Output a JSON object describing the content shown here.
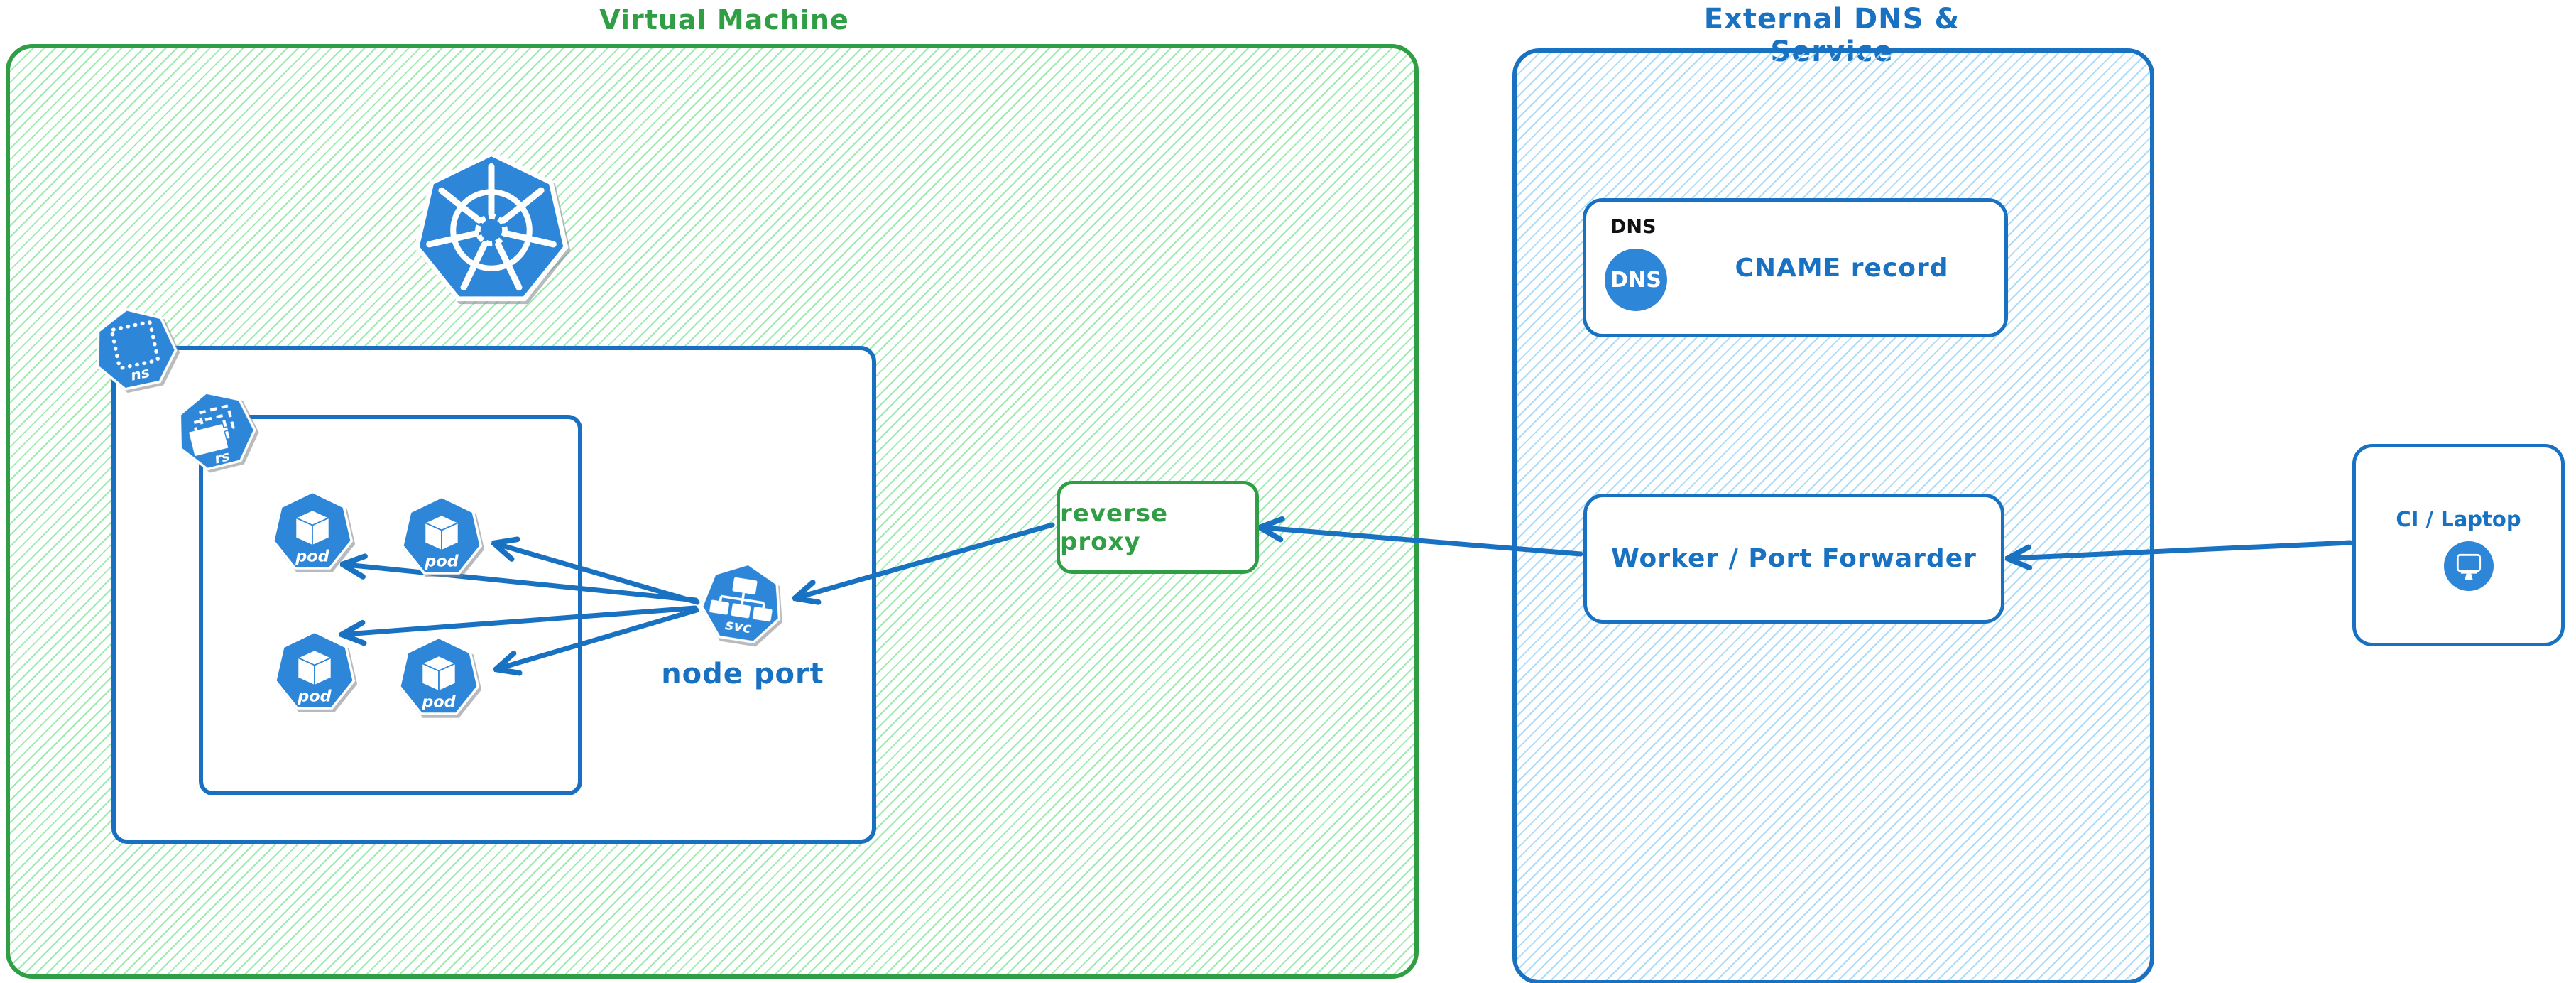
{
  "diagram": {
    "vm": {
      "title": "Virtual Machine",
      "node_port_label": "node port",
      "reverse_proxy_label": "reverse proxy",
      "k8s": {
        "ns_label": "ns",
        "rs_label": "rs",
        "svc_label": "svc",
        "pods": [
          "pod",
          "pod",
          "pod",
          "pod"
        ]
      }
    },
    "external": {
      "title": "External DNS & Service",
      "dns_card": {
        "header": "DNS",
        "badge": "DNS",
        "label": "CNAME record"
      },
      "worker_label": "Worker / Port Forwarder"
    },
    "client": {
      "label": "CI / Laptop"
    },
    "colors": {
      "green_stroke": "#2f9e44",
      "green_hatch": "#8ce6a0",
      "blue_stroke": "#1971c2",
      "blue_hatch": "#a3d7f7",
      "icon_blue": "#2e86d8"
    }
  }
}
